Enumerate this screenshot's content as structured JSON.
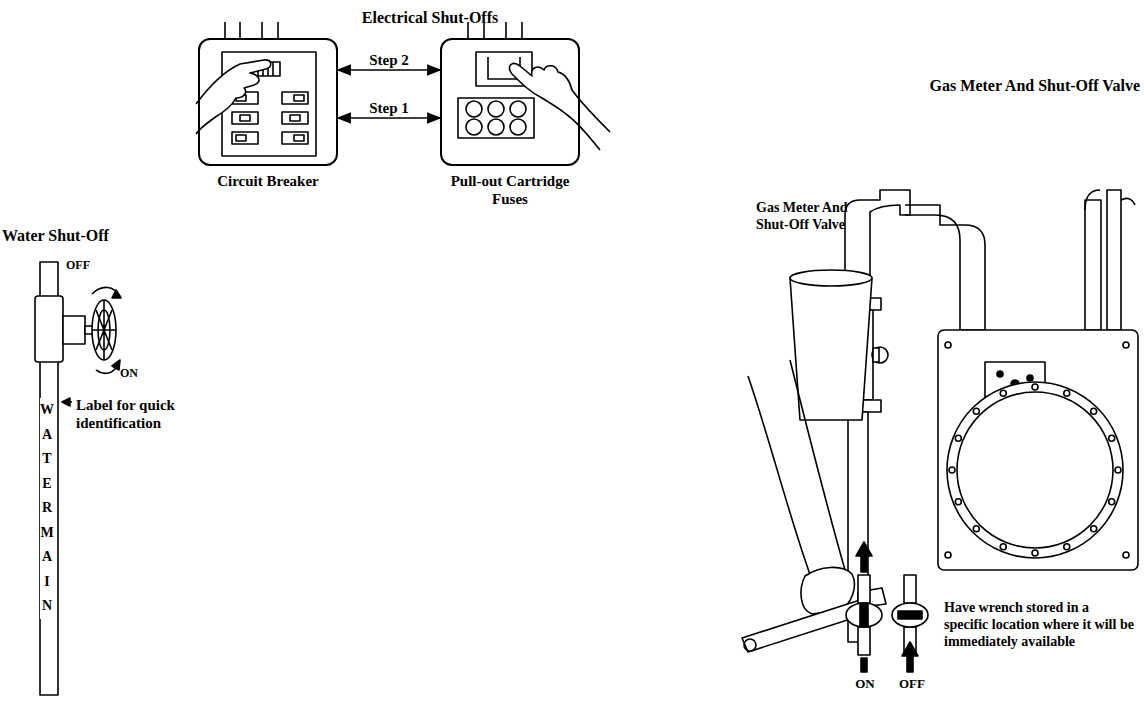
{
  "diagram": {
    "nodes": [
      {
        "text": [
          "Circuit Breaker"
        ]
      },
      {
        "text": [
          "Pull-out Cartridge Fuses"
        ]
      }
    ],
    "edges": [
      {
        "from": 0,
        "to": 1,
        "arrow": "both",
        "label": "Step 2"
      },
      {
        "from": 0,
        "to": 1,
        "arrow": "both",
        "label": "Step 1"
      }
    ],
    "labels": [
      "Electrical Shut-Offs",
      "Water Shut-Off",
      "OFF",
      "ON",
      "WATER MAIN",
      "Label for quick identification",
      "Gas Meter And Shut-Off Valve",
      "Gas Meter And Shut-Off Valve",
      "Have wrench stored in a specific location where it will be immediately available",
      "ON",
      "OFF"
    ]
  }
}
